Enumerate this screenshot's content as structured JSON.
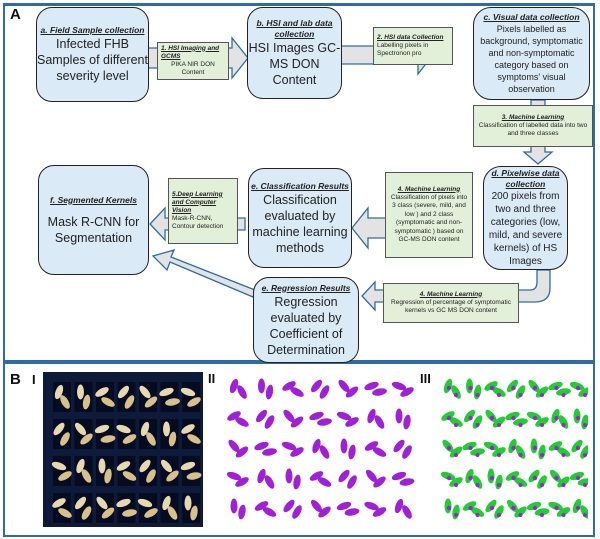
{
  "panel_a": {
    "label": "A",
    "nodes": {
      "a": {
        "title": "a. Field Sample collection",
        "body": "Infected FHB Samples of different severity level"
      },
      "b": {
        "title": "b. HSI and lab data collection",
        "body": "HSI Images GC-MS DON Content"
      },
      "c": {
        "title": "c. Visual data collection",
        "body": "Pixels labelled as background, symptomatic and non-symptomatic category based on symptoms' visual observation"
      },
      "d": {
        "title": "d. Pixelwise data collection",
        "body": "200 pixels from two and three categories (low, mild, and severe kernels) of HS Images"
      },
      "e_class": {
        "title": "e. Classification Results",
        "body": "Classification evaluated by machine learning methods"
      },
      "e_reg": {
        "title": "e. Regression Results",
        "body": "Regression evaluated by Coefficient of Determination"
      },
      "f": {
        "title": "f. Segmented Kernels",
        "body": "Mask R-CNN for Segmentation"
      }
    },
    "steps": {
      "s1": {
        "title": "1. HSI Imaging and GCMS",
        "body": "PIKA NIR DON Content"
      },
      "s2": {
        "title": "2. HSI data Collection",
        "body": "Labelling pixels in Spectronon pro"
      },
      "s3": {
        "title": "3. Machine Learning",
        "body": "Classification of labelled data into two and three classes"
      },
      "s4a": {
        "title": "4. Machine Learning",
        "body": "Classification of pixels into 3 class (severe, mild, and low ) and 2 class (symptomatic and non-symptomatic ) based on GC-MS DON content"
      },
      "s4b": {
        "title": "4. Machine Learning",
        "body": "Regression of percentage of symptomatic kernels vs GC MS DON content"
      },
      "s5": {
        "title": "5.Deep Learning and Computer Vision",
        "body": "Mask-R-CNN, Contour detection"
      }
    }
  },
  "panel_b": {
    "label": "B",
    "sub_labels": {
      "i": "I",
      "ii": "II",
      "iii": "III"
    },
    "colors": {
      "photo_bg": "#0d1a3a",
      "mask": "#a020d8",
      "symptomatic": "#22cc33"
    }
  }
}
